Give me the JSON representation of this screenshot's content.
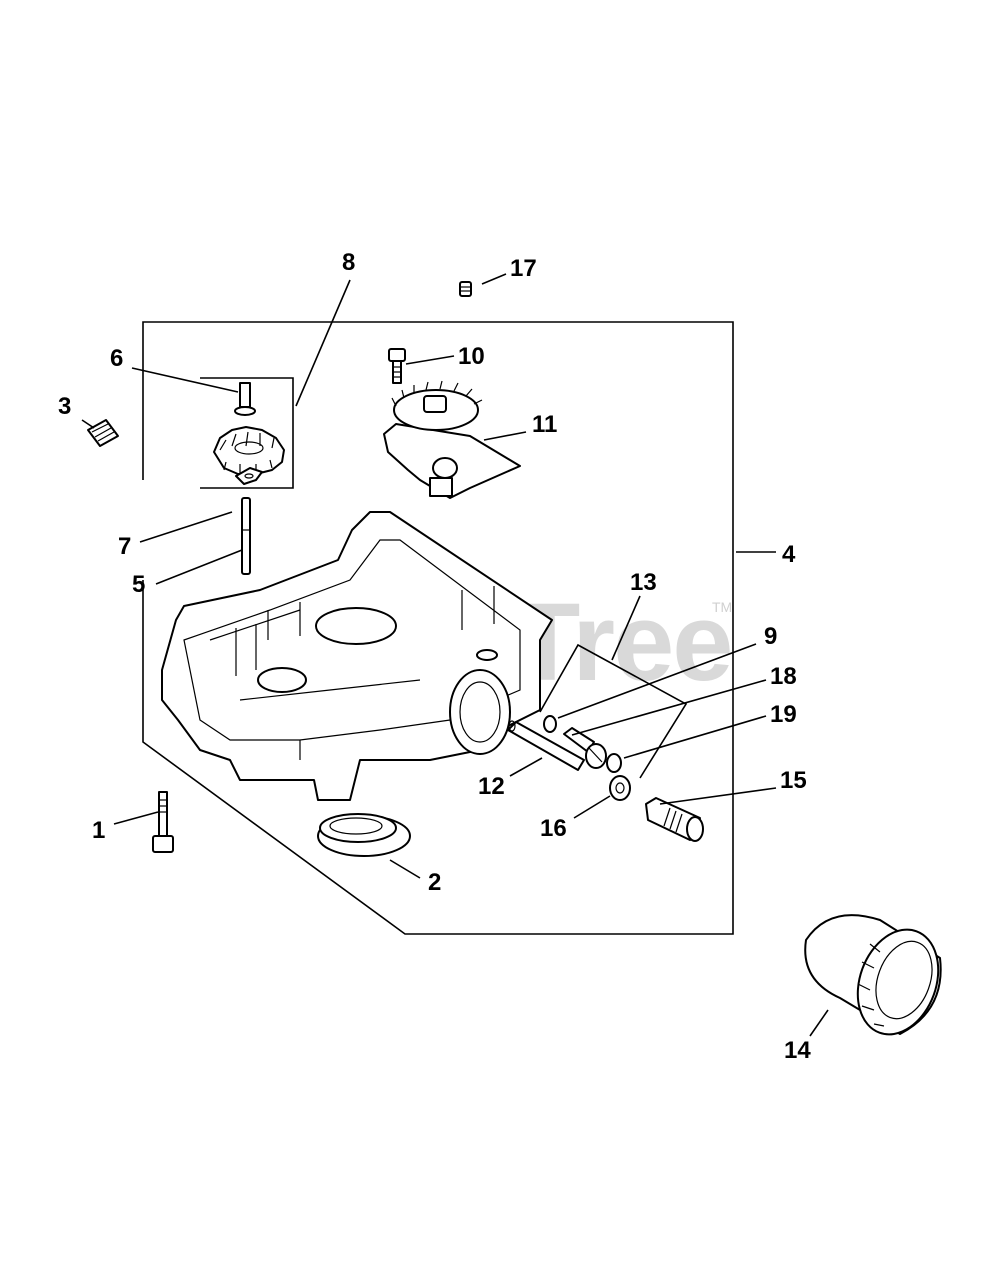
{
  "watermark": {
    "text": "PartsTree",
    "trademark": "TM"
  },
  "callouts": [
    {
      "id": "c1",
      "label": "1"
    },
    {
      "id": "c2",
      "label": "2"
    },
    {
      "id": "c3",
      "label": "3"
    },
    {
      "id": "c4",
      "label": "4"
    },
    {
      "id": "c5",
      "label": "5"
    },
    {
      "id": "c6",
      "label": "6"
    },
    {
      "id": "c7",
      "label": "7"
    },
    {
      "id": "c8",
      "label": "8"
    },
    {
      "id": "c9",
      "label": "9"
    },
    {
      "id": "c10",
      "label": "10"
    },
    {
      "id": "c11",
      "label": "11"
    },
    {
      "id": "c12",
      "label": "12"
    },
    {
      "id": "c13",
      "label": "13"
    },
    {
      "id": "c14",
      "label": "14"
    },
    {
      "id": "c15",
      "label": "15"
    },
    {
      "id": "c16",
      "label": "16"
    },
    {
      "id": "c17",
      "label": "17"
    },
    {
      "id": "c18",
      "label": "18"
    },
    {
      "id": "c19",
      "label": "19"
    }
  ]
}
